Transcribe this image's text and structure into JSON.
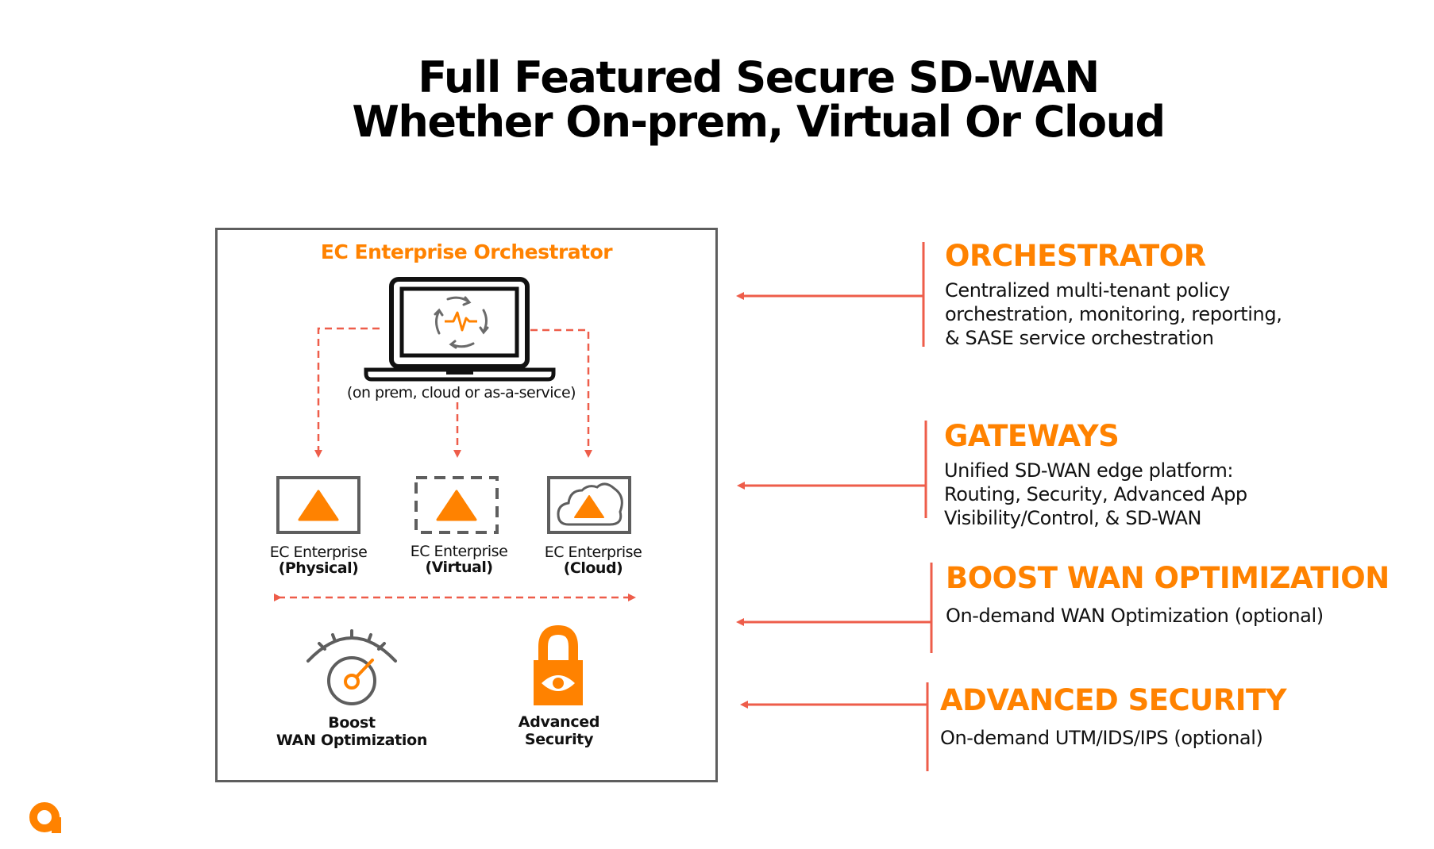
{
  "title": {
    "line1": "Full Featured Secure SD-WAN",
    "line2": "Whether On-prem, Virtual Or Cloud"
  },
  "diagram": {
    "orchestrator_title": "EC Enterprise Orchestrator",
    "orchestrator_subtitle": "(on prem, cloud or as-a-service)",
    "gateways": [
      {
        "name": "EC Enterprise",
        "type": "(Physical)",
        "icon": "appliance-icon"
      },
      {
        "name": "EC Enterprise",
        "type": "(Virtual)",
        "icon": "virtual-appliance-icon"
      },
      {
        "name": "EC Enterprise",
        "type": "(Cloud)",
        "icon": "cloud-appliance-icon"
      }
    ],
    "features": [
      {
        "line1": "Boost",
        "line2": "WAN Optimization",
        "icon": "speed-gauge-icon"
      },
      {
        "line1": "Advanced",
        "line2": "Security",
        "icon": "lock-eye-icon"
      }
    ]
  },
  "sections": [
    {
      "heading": "ORCHESTRATOR",
      "lines": [
        "Centralized multi-tenant policy",
        "orchestration, monitoring, reporting,",
        "& SASE service orchestration"
      ]
    },
    {
      "heading": "GATEWAYS",
      "lines": [
        "Unified SD-WAN edge platform:",
        "Routing, Security, Advanced App",
        "Visibility/Control, & SD-WAN"
      ]
    },
    {
      "heading": "BOOST WAN OPTIMIZATION",
      "lines": [
        "On-demand WAN Optimization (optional)"
      ]
    },
    {
      "heading": "ADVANCED SECURITY",
      "lines": [
        "On-demand UTM/IDS/IPS (optional)"
      ]
    }
  ],
  "colors": {
    "accent_orange": "#ff8200",
    "connector_red": "#ee5d4a",
    "frame_gray": "#5e5e5e",
    "text": "#111111"
  },
  "logo": {
    "icon": "brand-logo-icon"
  }
}
